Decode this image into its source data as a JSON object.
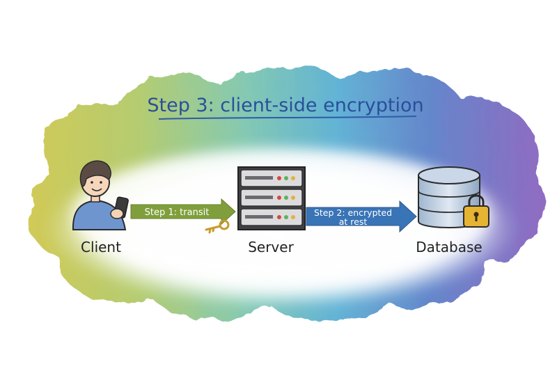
{
  "title": "Step 3: client-side encryption",
  "nodes": {
    "client": {
      "label": "Client",
      "icon": "person-with-phone-icon"
    },
    "server": {
      "label": "Server",
      "icon": "server-rack-icon"
    },
    "database": {
      "label": "Database",
      "icon": "database-cylinder-icon",
      "badge_icon": "padlock-icon"
    }
  },
  "edges": {
    "step1": {
      "label": "Step 1: transit",
      "color": "#7a9a32",
      "icon": "key-icon"
    },
    "step2": {
      "line1": "Step 2: encrypted",
      "line2": "at rest",
      "color": "#2f6db3"
    }
  },
  "colors": {
    "title_underline": "#2f5aa8",
    "cloud_gradient": [
      "#c7b82e",
      "#7cc08a",
      "#3ea6c4",
      "#3d6fb5",
      "#7b4fb3"
    ]
  }
}
